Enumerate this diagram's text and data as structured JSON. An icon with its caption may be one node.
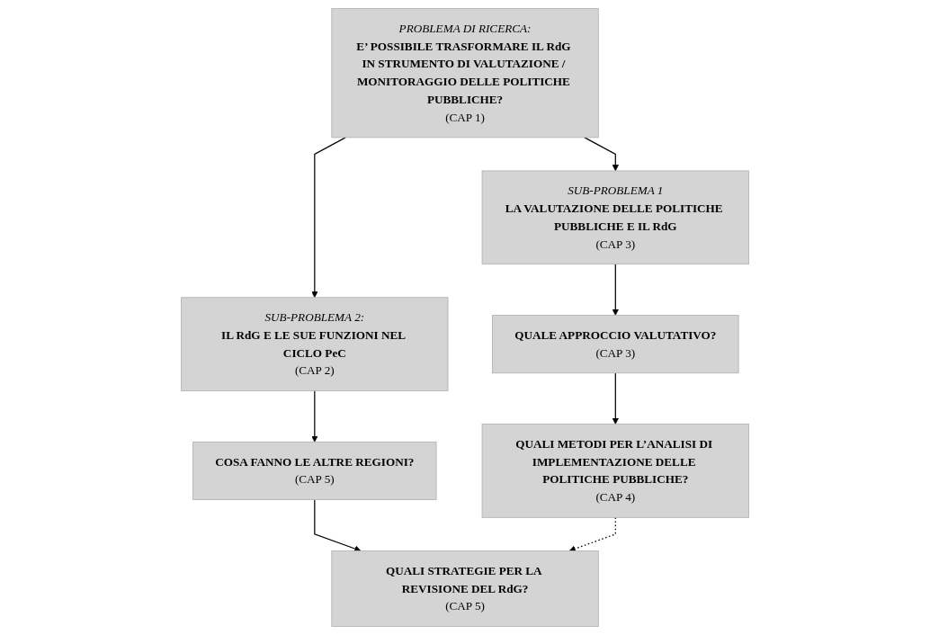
{
  "diagram": {
    "nodes": [
      {
        "text": [
          "PROBLEMA DI RICERCA:",
          "E’ POSSIBILE TRASFORMARE IL RdG IN STRUMENTO DI VALUTAZIONE / MONITORAGGIO DELLE POLITICHE PUBBLICHE?",
          "(CAP 1)"
        ]
      },
      {
        "text": [
          "SUB-PROBLEMA 1",
          "LA VALUTAZIONE DELLE POLITICHE PUBBLICHE E IL RdG",
          "(CAP 3)"
        ]
      },
      {
        "text": [
          "SUB-PROBLEMA 2:",
          "IL RdG E LE SUE FUNZIONI NEL CICLO PeC",
          "(CAP 2)"
        ]
      },
      {
        "text": [
          "QUALE APPROCCIO VALUTATIVO?",
          "(CAP 3)"
        ]
      },
      {
        "text": [
          "COSA FANNO LE ALTRE REGIONI?",
          "(CAP 5)"
        ]
      },
      {
        "text": [
          "QUALI METODI PER L’ANALISI DI IMPLEMENTAZIONE DELLE POLITICHE PUBBLICHE?",
          "(CAP 4)"
        ]
      },
      {
        "text": [
          "QUALI STRATEGIE PER LA REVISIONE DEL RdG?",
          "(CAP 5)"
        ]
      }
    ],
    "edges": [
      {
        "from": 0,
        "to": 1,
        "arrow": "to"
      },
      {
        "from": 0,
        "to": 2,
        "arrow": "to"
      },
      {
        "from": 1,
        "to": 3,
        "arrow": "to"
      },
      {
        "from": 3,
        "to": 5,
        "arrow": "to"
      },
      {
        "from": 2,
        "to": 4,
        "arrow": "to"
      },
      {
        "from": 4,
        "to": 6,
        "arrow": "to"
      },
      {
        "from": 5,
        "to": 6,
        "arrow": "to",
        "style": "dashed"
      }
    ]
  }
}
